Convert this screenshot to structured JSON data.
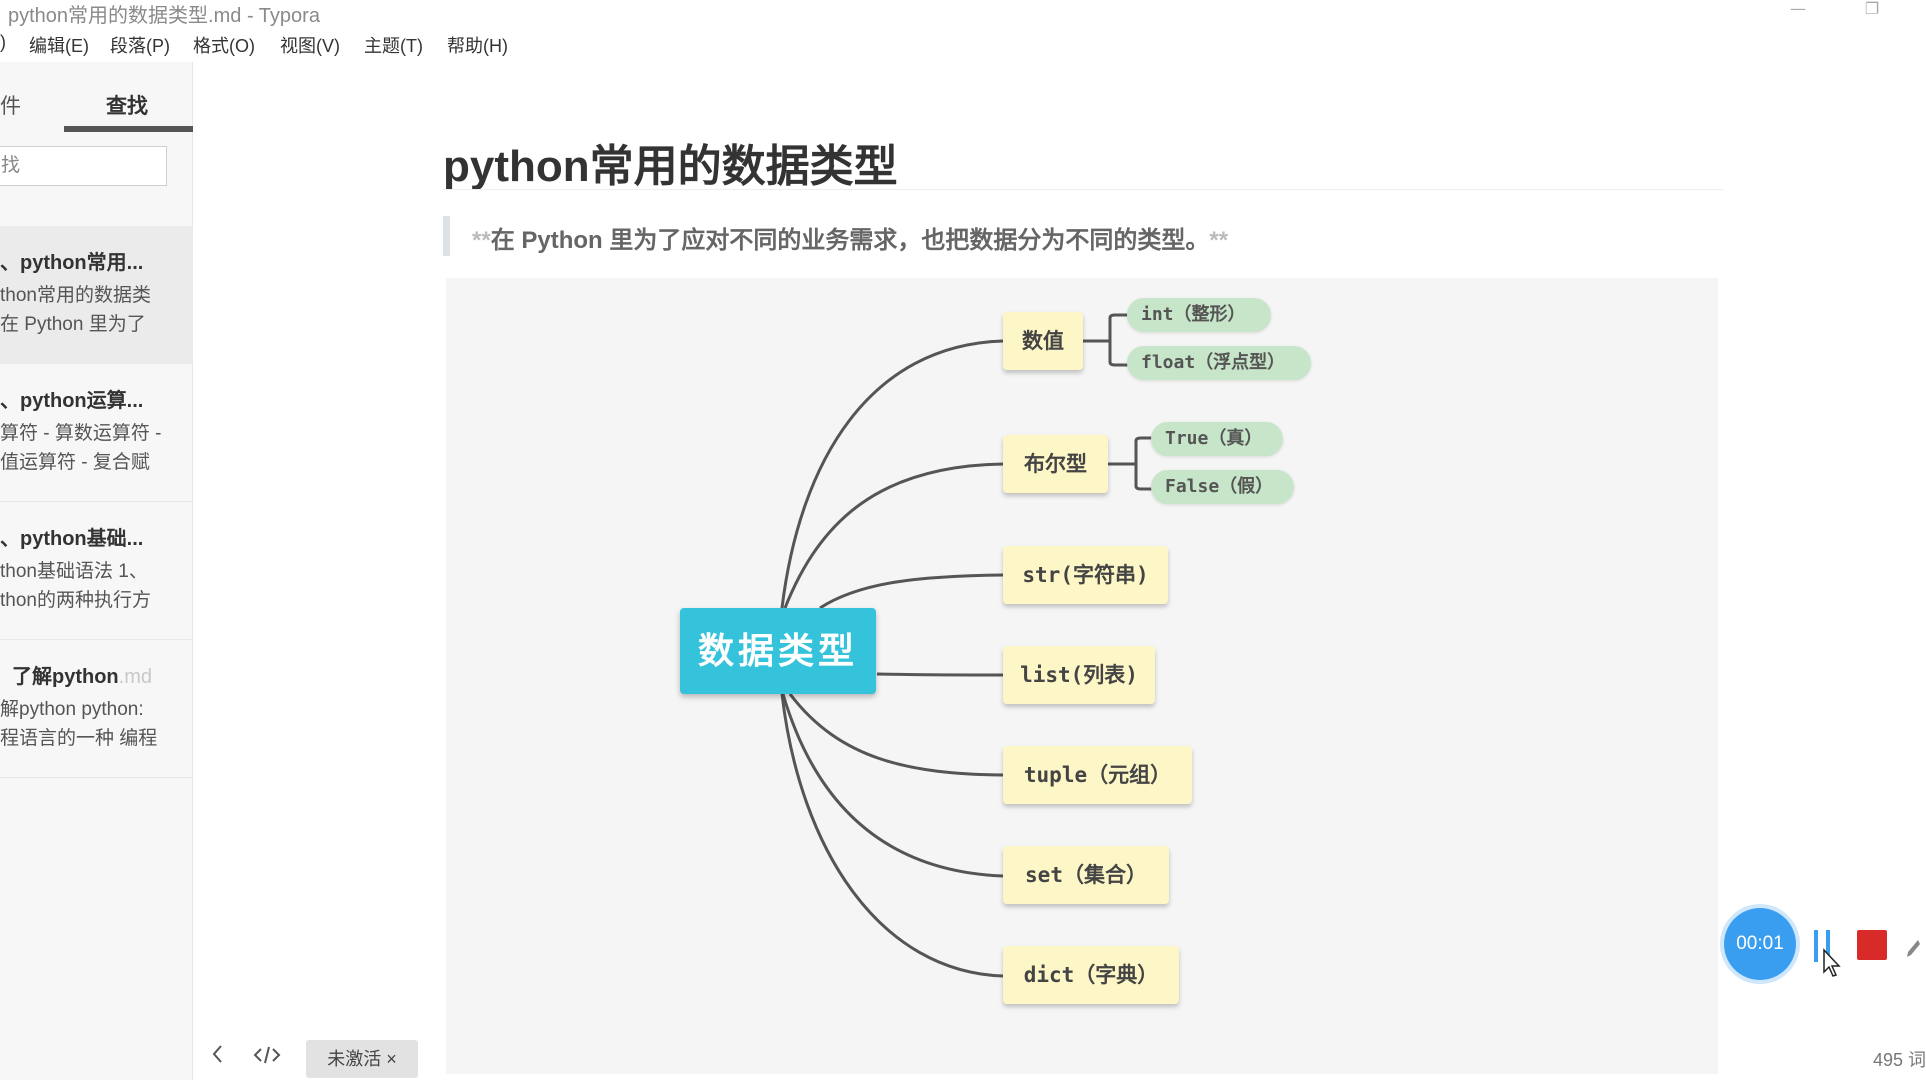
{
  "window": {
    "title": "python常用的数据类型.md - Typora"
  },
  "menu": [
    {
      "label": ")"
    },
    {
      "label": "编辑(E)"
    },
    {
      "label": "段落(P)"
    },
    {
      "label": "格式(O)"
    },
    {
      "label": "视图(V)"
    },
    {
      "label": "主题(T)"
    },
    {
      "label": "帮助(H)"
    }
  ],
  "sidebar": {
    "tabs": [
      {
        "label": "件"
      },
      {
        "label": "查找"
      }
    ],
    "search": {
      "value": "找"
    },
    "results": [
      {
        "title": "、python常用...",
        "ext": "",
        "lines": [
          "thon常用的数据类",
          "在 Python 里为了"
        ]
      },
      {
        "title": "、python运算...",
        "ext": "",
        "lines": [
          "算符 - 算数运算符 -",
          "值运算符 - 复合赋"
        ]
      },
      {
        "title": "、python基础...",
        "ext": "",
        "lines": [
          "thon基础语法 1、",
          "thon的两种执行方"
        ]
      },
      {
        "title": "了解python",
        "ext": ".md",
        "lines": [
          "解python python:",
          "程语言的一种 编程"
        ]
      }
    ],
    "bottom": {
      "back_icon": "chevron-left-icon",
      "code_icon": "code-icon",
      "inactive_label": "未激活 ×"
    }
  },
  "document": {
    "title": "python常用的数据类型",
    "quote": {
      "mark_open": "**",
      "text": "在 Python 里为了应对不同的业务需求，也把数据分为不同的类型。",
      "mark_close": "**"
    },
    "mindmap": {
      "root": "数据类型",
      "branches": [
        {
          "label": "数值",
          "children": [
            "int（整形）",
            "float（浮点型）"
          ]
        },
        {
          "label": "布尔型",
          "children": [
            "True（真）",
            "False（假）"
          ]
        },
        {
          "label": "str(字符串)",
          "children": []
        },
        {
          "label": "list(列表)",
          "children": []
        },
        {
          "label": "tuple（元组）",
          "children": []
        },
        {
          "label": "set（集合）",
          "children": []
        },
        {
          "label": "dict（字典）",
          "children": []
        }
      ],
      "colors": {
        "root": "#35c3dc",
        "branch": "#fdf6c6",
        "leaf": "#c7e6c9",
        "line": "#555555"
      }
    }
  },
  "recorder": {
    "timer": "00:01",
    "pause_icon": "pause-icon",
    "stop_icon": "stop-icon",
    "pen_icon": "pen-icon"
  },
  "status": {
    "word_count": "495 词"
  }
}
